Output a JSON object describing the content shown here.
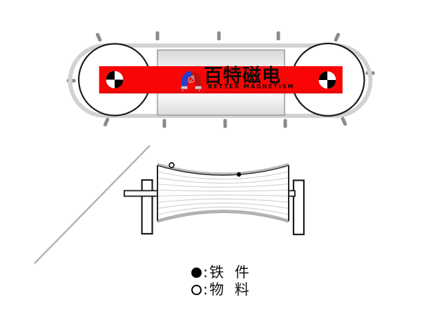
{
  "brand": {
    "name_cn": "百特磁电",
    "name_en": "BETTER MAGNETISM",
    "banner_color": "#f90505",
    "magnet_blue": "#2b3cc8",
    "magnet_red": "#c01010"
  },
  "legend": {
    "separator": ":",
    "items": [
      {
        "symbol": "filled-circle",
        "label": "铁 件"
      },
      {
        "symbol": "open-circle",
        "label": "物 料"
      }
    ]
  },
  "colors": {
    "belt_band": "#d2d2d2",
    "cleat_gray": "#8a8a8a",
    "chute_line": "#b3b3b3",
    "drum_line": "#cfcfcf",
    "outline_black": "#1a1a1a"
  }
}
